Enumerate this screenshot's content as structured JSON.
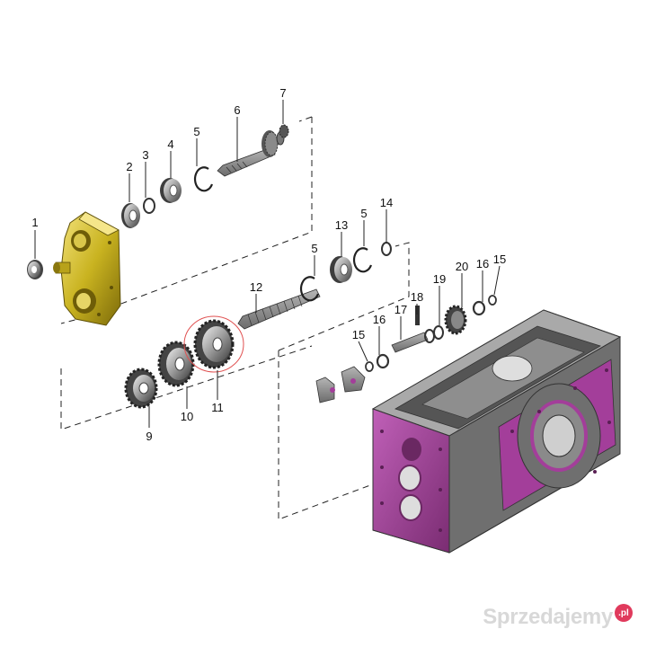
{
  "callouts": [
    "1",
    "2",
    "3",
    "4",
    "5",
    "6",
    "7",
    "5",
    "13",
    "14",
    "12",
    "5",
    "18",
    "20",
    "16",
    "15",
    "19",
    "17",
    "16",
    "15",
    "11",
    "10",
    "9"
  ],
  "watermark": {
    "text": "Sprzedajemy",
    "badge": ".pl"
  },
  "colors": {
    "housing_left": "#c9b320",
    "housing_main": "#a33e9a",
    "steel": "#8f8f8f",
    "gear_dark": "#555555",
    "highlight_circle": "#e05050"
  }
}
